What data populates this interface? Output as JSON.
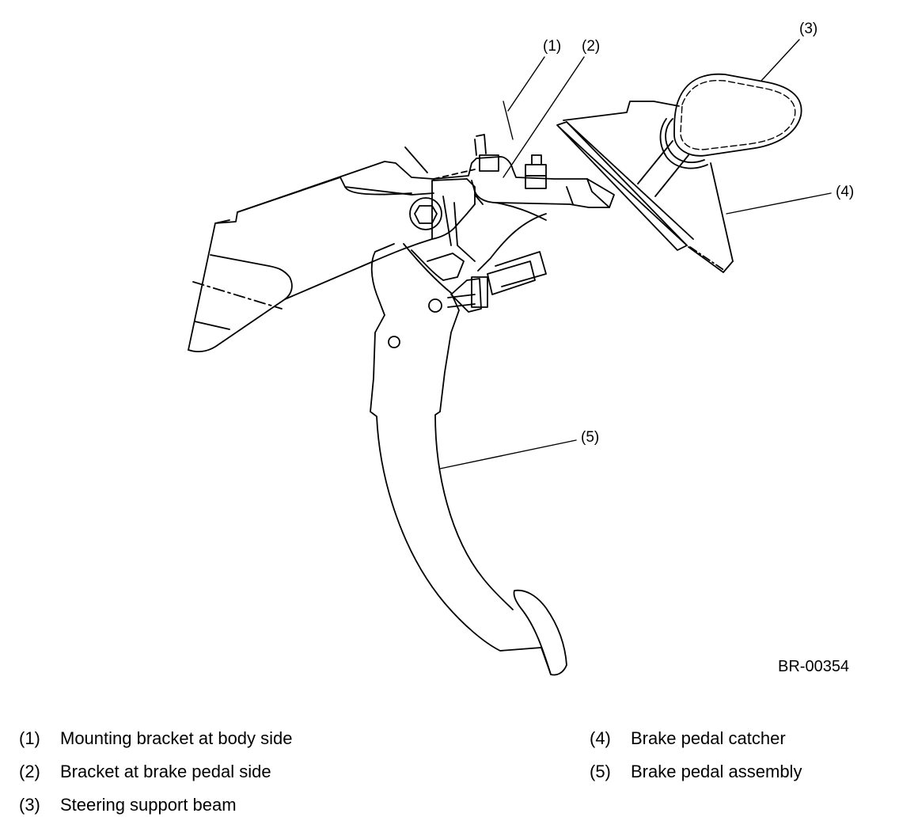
{
  "figure": {
    "id": "BR-00354",
    "callouts": [
      "(1)",
      "(2)",
      "(3)",
      "(4)",
      "(5)"
    ]
  },
  "legend": [
    {
      "num": "(1)",
      "text": "Mounting bracket at body side"
    },
    {
      "num": "(2)",
      "text": "Bracket at brake pedal side"
    },
    {
      "num": "(3)",
      "text": "Steering support beam"
    },
    {
      "num": "(4)",
      "text": "Brake pedal catcher"
    },
    {
      "num": "(5)",
      "text": "Brake pedal assembly"
    }
  ]
}
